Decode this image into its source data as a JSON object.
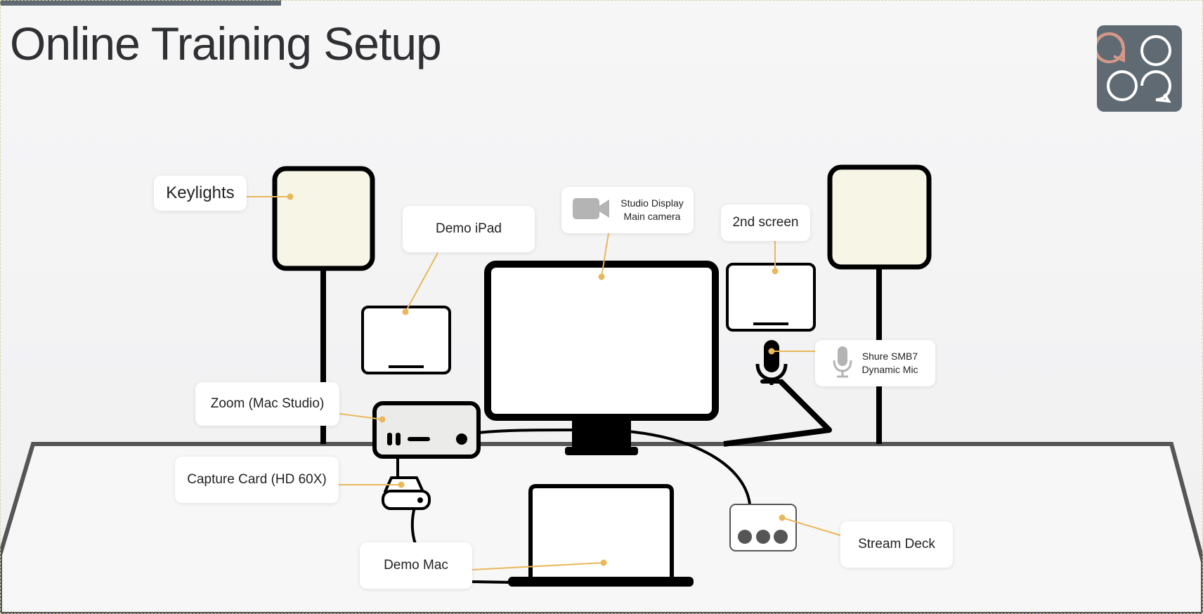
{
  "title": "Online Training Setup",
  "icons": {
    "logo": "speech-bubbles-logo-icon",
    "camera": "video-camera-icon",
    "mic": "microphone-icon"
  },
  "colors": {
    "accent": "#e8b85a",
    "light_panel": "#f7f5e6",
    "logo_bg": "#5f6a72",
    "logo_bubble_accent": "#d4988a"
  },
  "labels": {
    "keylights": "Keylights",
    "demo_ipad": "Demo iPad",
    "studio_display_line1": "Studio Display",
    "studio_display_line2": "Main camera",
    "second_screen": "2nd screen",
    "shure_line1": "Shure SMB7",
    "shure_line2": "Dynamic Mic",
    "zoom": "Zoom (Mac Studio)",
    "capture_card": "Capture Card (HD 60X)",
    "demo_mac": "Demo Mac",
    "stream_deck": "Stream Deck"
  }
}
